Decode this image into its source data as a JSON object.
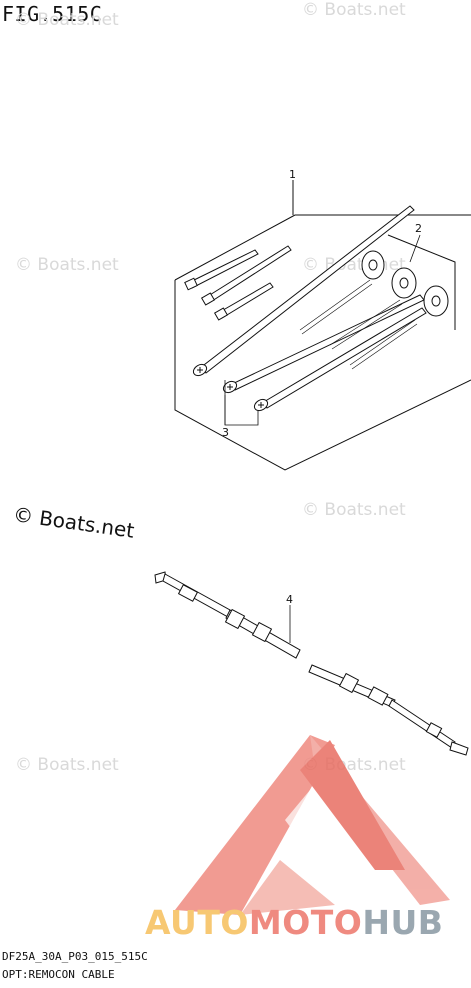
{
  "figure": {
    "title": "FIG.515C"
  },
  "callouts": [
    {
      "id": "1",
      "label": "1"
    },
    {
      "id": "2",
      "label": "2"
    },
    {
      "id": "3",
      "label": "3"
    },
    {
      "id": "4",
      "label": "4"
    }
  ],
  "watermarks": {
    "text": "© Boats.net",
    "dark_text": "© Boats.net"
  },
  "logo": {
    "part1": "AUTO",
    "part2": "MOTO",
    "part3": "HUB",
    "colors": {
      "auto": "#f7c873",
      "moto": "#ef8a80",
      "hub": "#9aa7b0",
      "triangle": "#ef8a80"
    }
  },
  "footer": {
    "code": "DF25A_30A_P03_015_515C",
    "caption": "OPT:REMOCON CABLE"
  }
}
